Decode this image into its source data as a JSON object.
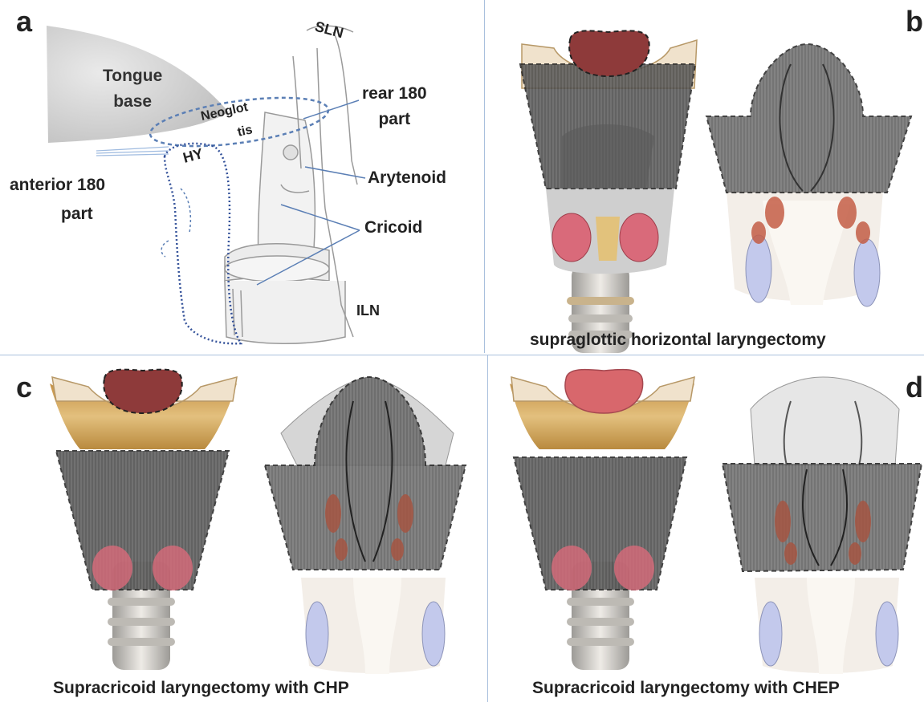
{
  "panels": {
    "a": {
      "letter": "a",
      "labels": {
        "tongue_base_line1": "Tongue",
        "tongue_base_line2": "base",
        "neoglottis_line1": "Neoglot",
        "neoglottis_line2": "tis",
        "hy": "HY",
        "sln": "SLN",
        "rear_180_line1": "rear 180",
        "rear_180_line2": "part",
        "arytenoid": "Arytenoid",
        "cricoid": "Cricoid",
        "anterior_180_line1": "anterior 180",
        "anterior_180_line2": "part",
        "iln": "ILN"
      }
    },
    "b": {
      "letter": "b",
      "caption": "supraglottic horizontal laryngectomy"
    },
    "c": {
      "letter": "c",
      "caption": "Supracricoid laryngectomy with CHP"
    },
    "d": {
      "letter": "d",
      "caption": "Supracricoid laryngectomy with CHEP"
    }
  },
  "colors": {
    "divider": "#a9c0dd",
    "dashed_outline": "#5b7fb5",
    "thyroid_cartilage": "#d9b068",
    "cartilage_light": "#f0e2cc",
    "epiglottis": "#8e3a3a",
    "epiglottis_preserved": "#d8676c",
    "resected_overlay": "#3a3a3a",
    "cricoarytenoid_muscle": "#d86a78",
    "trachea": "#d6d2ca",
    "submucosa_red": "#b5533c",
    "section_blue": "#b9c2e8"
  }
}
